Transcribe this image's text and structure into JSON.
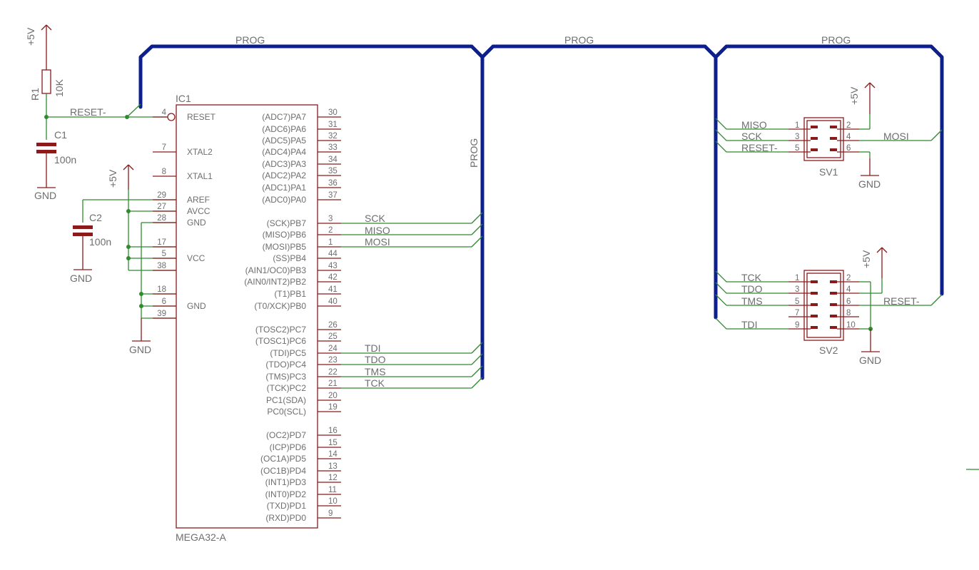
{
  "bus": {
    "label": "PROG"
  },
  "supply": {
    "vcc": "+5V",
    "gnd": "GND"
  },
  "r1": {
    "name": "R1",
    "value": "10K"
  },
  "c1": {
    "name": "C1",
    "value": "100n"
  },
  "c2": {
    "name": "C2",
    "value": "100n"
  },
  "ic1": {
    "name": "IC1",
    "type": "MEGA32-A",
    "left_pins": [
      {
        "num": "4",
        "name": "RESET"
      },
      {
        "num": "7",
        "name": "XTAL2"
      },
      {
        "num": "8",
        "name": "XTAL1"
      },
      {
        "num": "29",
        "name": "AREF"
      },
      {
        "num": "27",
        "name": "AVCC"
      },
      {
        "num": "28",
        "name": "GND"
      },
      {
        "num": "17",
        "name": ""
      },
      {
        "num": "5",
        "name": "VCC"
      },
      {
        "num": "38",
        "name": ""
      },
      {
        "num": "18",
        "name": ""
      },
      {
        "num": "6",
        "name": "GND"
      },
      {
        "num": "39",
        "name": ""
      }
    ],
    "right_pins": [
      {
        "num": "30",
        "name": "(ADC7)PA7"
      },
      {
        "num": "31",
        "name": "(ADC6)PA6"
      },
      {
        "num": "32",
        "name": "(ADC5)PA5"
      },
      {
        "num": "33",
        "name": "(ADC4)PA4"
      },
      {
        "num": "34",
        "name": "(ADC3)PA3"
      },
      {
        "num": "35",
        "name": "(ADC2)PA2"
      },
      {
        "num": "36",
        "name": "(ADC1)PA1"
      },
      {
        "num": "37",
        "name": "(ADC0)PA0"
      },
      {
        "num": "3",
        "name": "(SCK)PB7"
      },
      {
        "num": "2",
        "name": "(MISO)PB6"
      },
      {
        "num": "1",
        "name": "(MOSI)PB5"
      },
      {
        "num": "44",
        "name": "(SS)PB4"
      },
      {
        "num": "43",
        "name": "(AIN1/OC0)PB3"
      },
      {
        "num": "42",
        "name": "(AIN0/INT2)PB2"
      },
      {
        "num": "41",
        "name": "(T1)PB1"
      },
      {
        "num": "40",
        "name": "(T0/XCK)PB0"
      },
      {
        "num": "26",
        "name": "(TOSC2)PC7"
      },
      {
        "num": "25",
        "name": "(TOSC1)PC6"
      },
      {
        "num": "24",
        "name": "(TDI)PC5"
      },
      {
        "num": "23",
        "name": "(TDO)PC4"
      },
      {
        "num": "22",
        "name": "(TMS)PC3"
      },
      {
        "num": "21",
        "name": "(TCK)PC2"
      },
      {
        "num": "20",
        "name": "PC1(SDA)"
      },
      {
        "num": "19",
        "name": "PC0(SCL)"
      },
      {
        "num": "16",
        "name": "(OC2)PD7"
      },
      {
        "num": "15",
        "name": "(ICP)PD6"
      },
      {
        "num": "14",
        "name": "(OC1A)PD5"
      },
      {
        "num": "13",
        "name": "(OC1B)PD4"
      },
      {
        "num": "12",
        "name": "(INT1)PD3"
      },
      {
        "num": "11",
        "name": "(INT0)PD2"
      },
      {
        "num": "10",
        "name": "(TXD)PD1"
      },
      {
        "num": "9",
        "name": "(RXD)PD0"
      }
    ]
  },
  "nets": {
    "reset": "RESET-",
    "sck": "SCK",
    "miso": "MISO",
    "mosi": "MOSI",
    "tdi": "TDI",
    "tdo": "TDO",
    "tms": "TMS",
    "tck": "TCK"
  },
  "sv1": {
    "name": "SV1",
    "pins": [
      "1",
      "2",
      "3",
      "4",
      "5",
      "6"
    ],
    "left_nets": [
      "MISO",
      "SCK",
      "RESET-"
    ],
    "right_nets": [
      "",
      "MOSI",
      ""
    ]
  },
  "sv2": {
    "name": "SV2",
    "pins": [
      "1",
      "2",
      "3",
      "4",
      "5",
      "6",
      "7",
      "8",
      "9",
      "10"
    ],
    "left_nets": [
      "TCK",
      "TDO",
      "TMS",
      "",
      "TDI"
    ],
    "right_nets": [
      "",
      "",
      "RESET-",
      "",
      ""
    ]
  }
}
